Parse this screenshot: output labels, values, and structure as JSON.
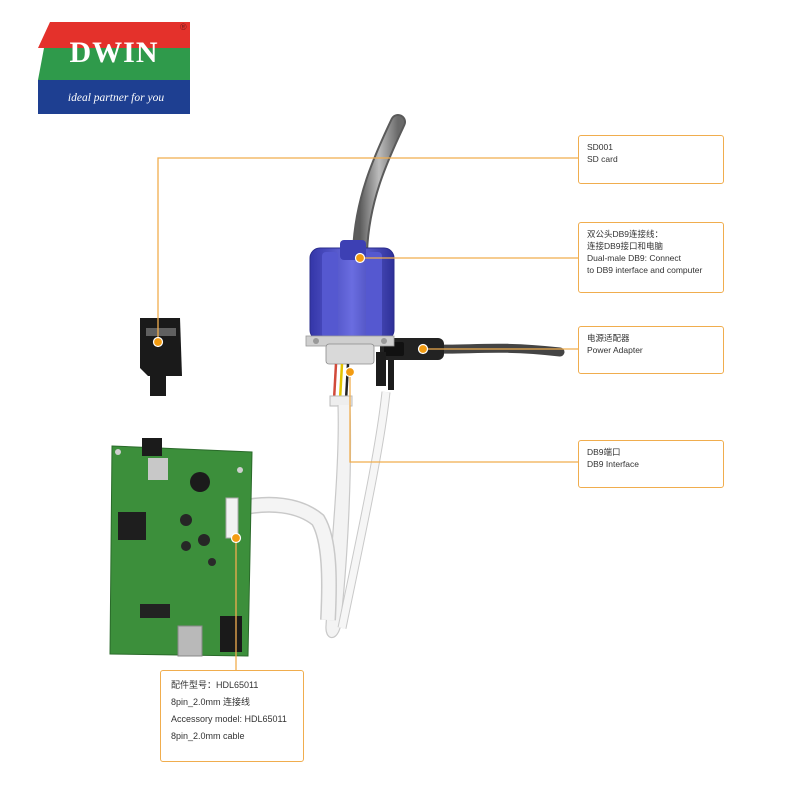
{
  "brand": {
    "name": "DWIN",
    "registered_mark": "®",
    "tagline": "ideal partner for you",
    "colors": {
      "red": "#e4312b",
      "green": "#2f9a4b",
      "blue": "#1e3f91"
    }
  },
  "callouts": {
    "sd_card": {
      "lines": [
        "SD001",
        "SD card"
      ]
    },
    "db9_cable": {
      "lines": [
        "双公头DB9连接线：",
        "连接DB9接口和电脑",
        "Dual-male DB9: Connect",
        "to DB9 interface and computer"
      ]
    },
    "power_adapter": {
      "lines": [
        "电源适配器",
        "Power Adapter"
      ]
    },
    "db9_interface": {
      "lines": [
        "DB9端口",
        "DB9 Interface"
      ]
    },
    "accessory": {
      "lines": [
        "配件型号：HDL65011",
        "8pin_2.0mm 连接线",
        "Accessory model: HDL65011",
        "8pin_2.0mm cable"
      ]
    }
  },
  "colors": {
    "leader_line": "#f0ad4e",
    "anchor_dot": "#f39c12",
    "pcb": "#3c8f3b",
    "connector": "#4c4fc6"
  }
}
